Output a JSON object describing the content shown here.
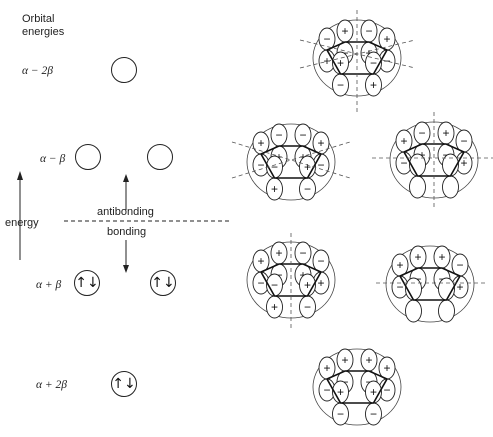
{
  "header": {
    "title_line1": "Orbital",
    "title_line2": "energies"
  },
  "levels": [
    {
      "label": "α − 2β",
      "electrons": ""
    },
    {
      "label": "α − β",
      "electrons": ""
    },
    {
      "label": "α + β",
      "electrons": "↑↓"
    },
    {
      "label": "α + 2β",
      "electrons": "↑↓"
    }
  ],
  "axis": {
    "energy": "energy",
    "antibonding": "antibonding",
    "bonding": "bonding"
  },
  "orbitals": [
    {
      "level": 0,
      "signs": [
        "−",
        "+",
        "+",
        "−",
        "−",
        "+",
        "+",
        "−",
        "−",
        "+",
        "+",
        "−"
      ]
    },
    {
      "level": 1,
      "signs": [
        "+",
        "−",
        "−",
        "+",
        "−",
        "+",
        "+",
        "−",
        "+",
        "−",
        "−",
        "+"
      ]
    },
    {
      "level": 1,
      "signs": [
        "+",
        "−",
        "−",
        "+",
        "+",
        "−",
        "−",
        "+",
        "",
        "",
        " ",
        ""
      ]
    },
    {
      "level": 2,
      "signs": [
        "+",
        "−",
        "+",
        "−",
        "−",
        "+",
        "−",
        "+",
        "+",
        "−",
        "−",
        "+"
      ]
    },
    {
      "level": 2,
      "signs": [
        "+",
        "−",
        "+",
        "−",
        "+",
        "−",
        "−",
        "+",
        "",
        "",
        "",
        ""
      ]
    },
    {
      "level": 3,
      "signs": [
        "+",
        "−",
        "+",
        "−",
        "+",
        "−",
        "+",
        "−",
        "+",
        "−",
        "+",
        "−"
      ]
    }
  ]
}
